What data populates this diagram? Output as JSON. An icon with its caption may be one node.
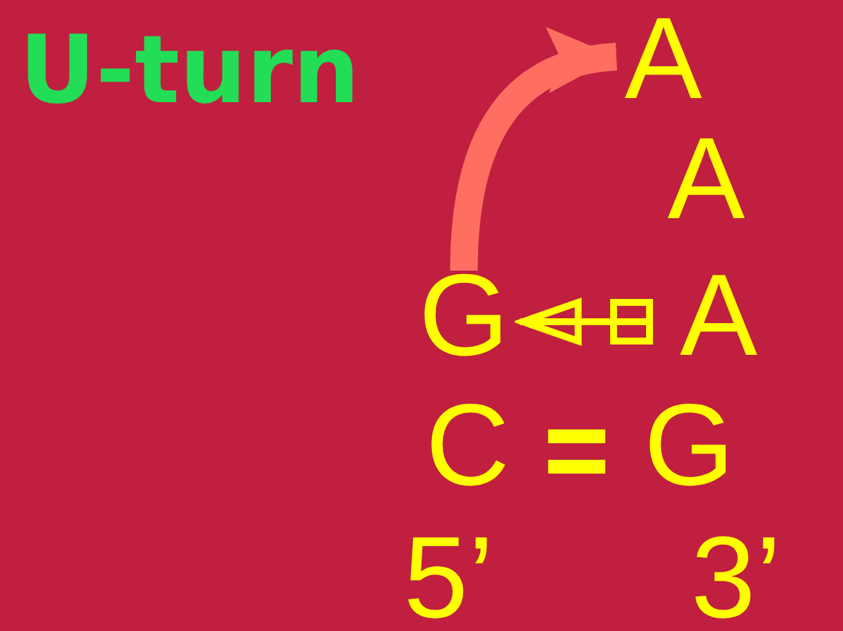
{
  "diagram": {
    "title": "U-turn",
    "nodes": [
      {
        "text": [
          "A"
        ]
      },
      {
        "text": [
          "A"
        ]
      },
      {
        "text": [
          "G"
        ]
      },
      {
        "text": [
          "A"
        ]
      },
      {
        "text": [
          "C"
        ]
      },
      {
        "text": [
          "G"
        ]
      }
    ],
    "edges": [
      {
        "from": 2,
        "to": 0,
        "arrow": "to",
        "style": "thick",
        "color": "#ff6f61"
      },
      {
        "from": 3,
        "to": 2,
        "arrow": "to"
      },
      {
        "from": 4,
        "to": 5,
        "arrow": "none"
      }
    ],
    "labels": [
      "5’",
      "3’"
    ]
  }
}
